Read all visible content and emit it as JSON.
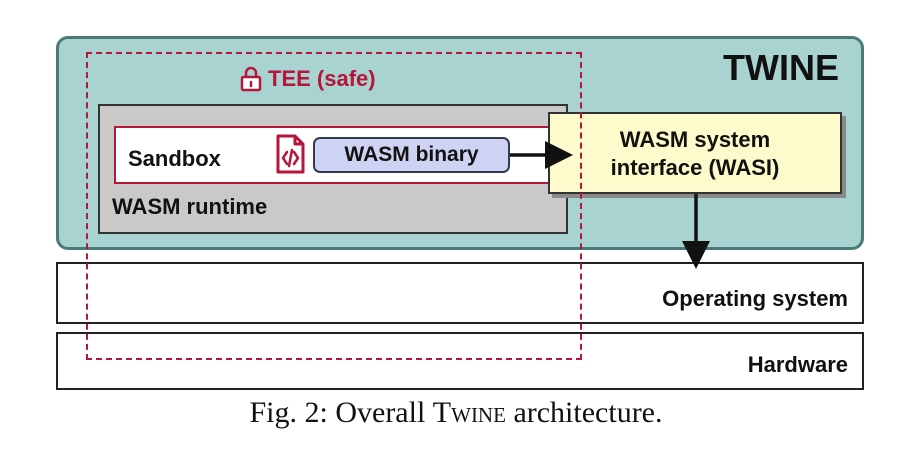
{
  "diagram": {
    "twine_title": "TWINE",
    "tee_label": "TEE (safe)",
    "sandbox_label": "Sandbox",
    "binary_label": "WASM binary",
    "runtime_label": "WASM runtime",
    "wasi_line1": "WASM system",
    "wasi_line2": "interface (WASI)",
    "os_label": "Operating system",
    "hardware_label": "Hardware"
  },
  "caption": {
    "prefix": "Fig. 2: Overall ",
    "name": "Twine",
    "suffix": " architecture."
  },
  "colors": {
    "twine_fill": "#a9d3d0",
    "tee_accent": "#b5163a",
    "runtime_fill": "#c9c9c9",
    "binary_fill": "#cfd3f3",
    "wasi_fill": "#fdfbcc"
  },
  "icons": [
    "lock-icon",
    "code-file-icon"
  ]
}
